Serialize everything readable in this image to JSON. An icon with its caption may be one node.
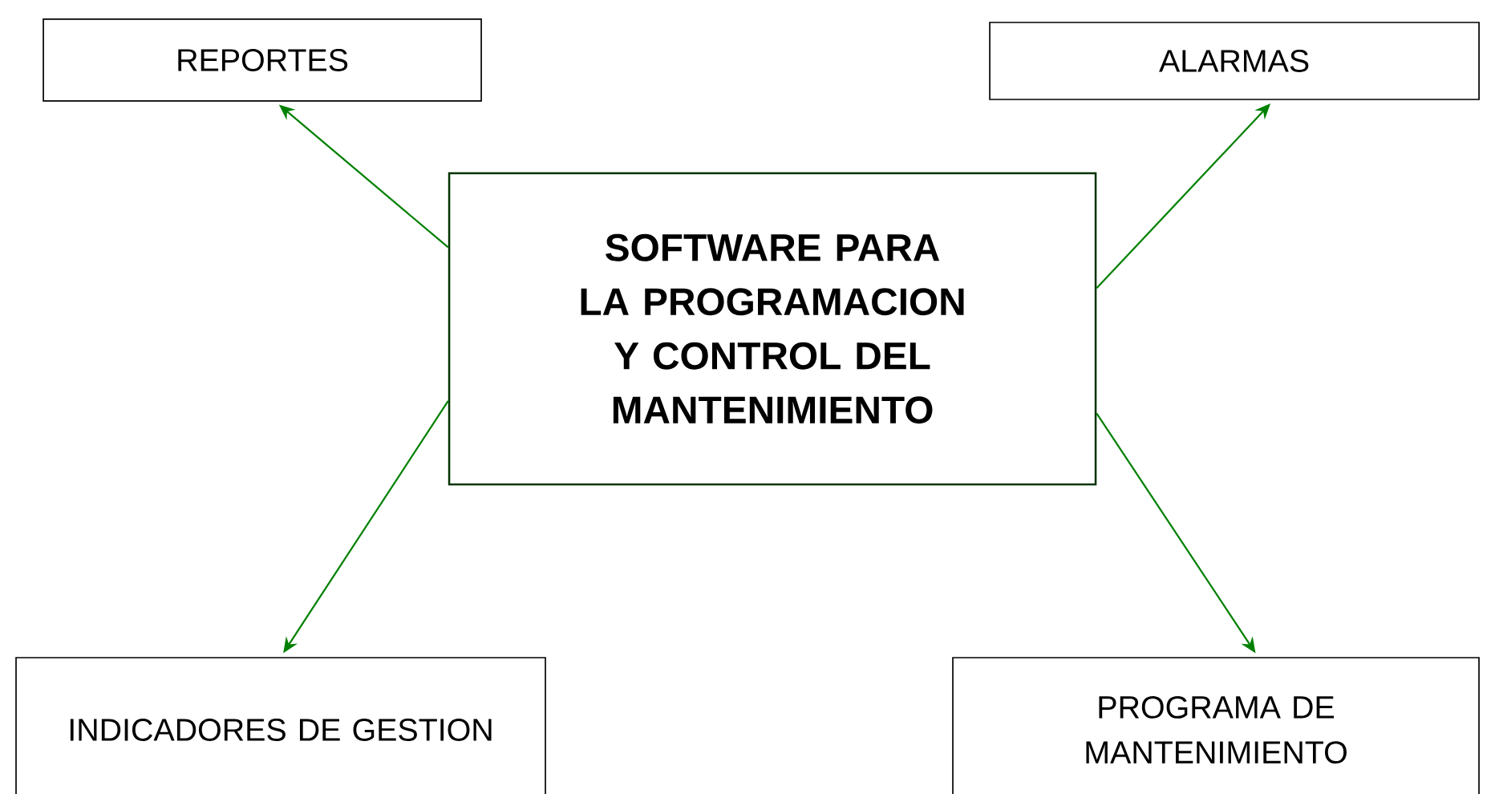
{
  "diagram": {
    "nodes": [
      {
        "text": [
          "REPORTES"
        ]
      },
      {
        "text": [
          "ALARMAS"
        ]
      },
      {
        "text": [
          "SOFTWARE  PARA LA PROGRAMACION Y CONTROL DEL MANTENIMIENTO"
        ]
      },
      {
        "text": [
          "INDICADORES DE GESTION"
        ]
      },
      {
        "text": [
          "PROGRAMA DE MANTENIMIENTO"
        ]
      }
    ],
    "edges": [
      {
        "from": 2,
        "to": 0,
        "arrow": "to"
      },
      {
        "from": 2,
        "to": 1,
        "arrow": "to"
      },
      {
        "from": 2,
        "to": 3,
        "arrow": "to"
      },
      {
        "from": 2,
        "to": 4,
        "arrow": "to"
      }
    ]
  }
}
